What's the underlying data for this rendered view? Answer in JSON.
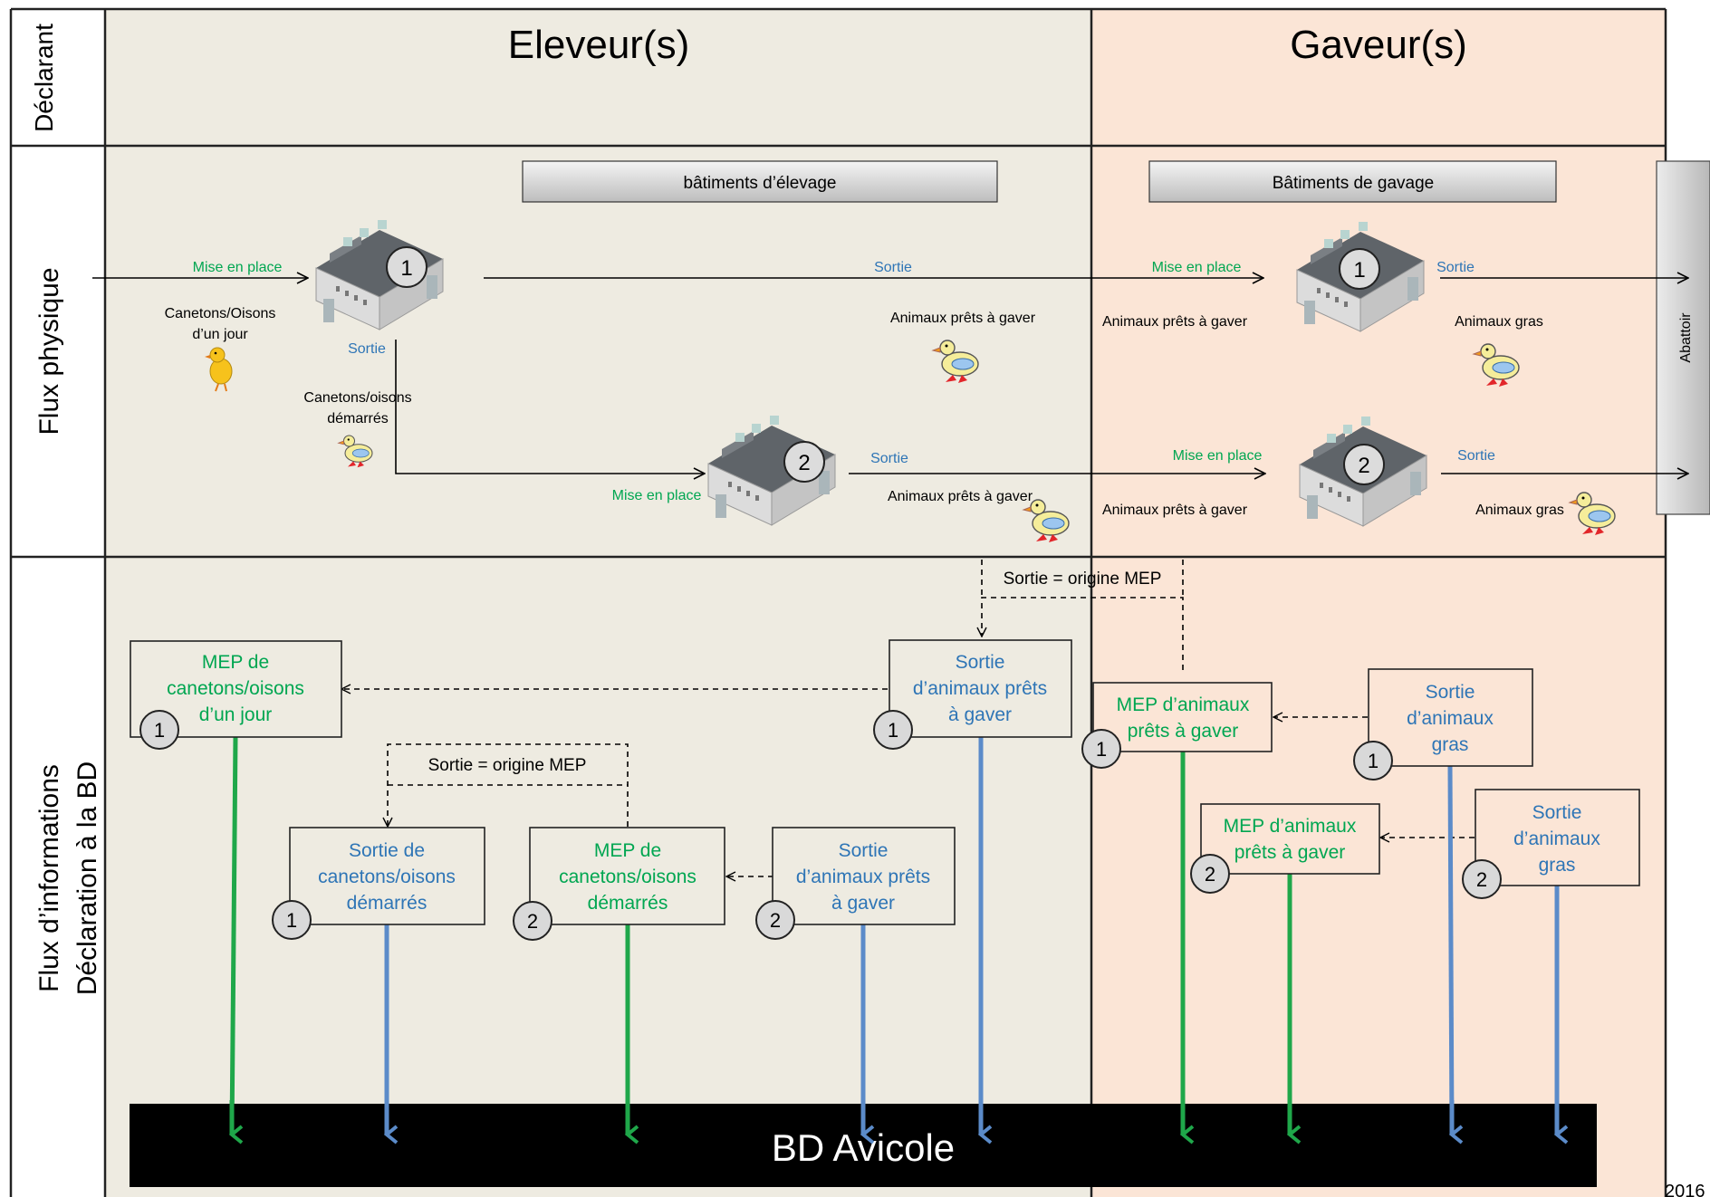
{
  "rows": {
    "declarant": "Déclarant",
    "flux_physique": "Flux physique",
    "flux_info_line1": "Flux d’informations",
    "flux_info_line2": "Déclaration à la BD"
  },
  "columns": {
    "eleveurs": "Eleveur(s)",
    "gaveurs": "Gaveur(s)"
  },
  "colors": {
    "eleveur_bg": "#eeebe1",
    "gaveur_bg": "#fbe5d6",
    "green": "#00a651",
    "blue": "#2e75b6",
    "arrow_green": "#1fa74a",
    "arrow_blue": "#5b8bc9",
    "badge_bg": "#d9d9d9"
  },
  "physical": {
    "bat_elevage": "bâtiments d’élevage",
    "bat_gavage": "Bâtiments de gavage",
    "abattoir": "Abattoir",
    "mise_en_place": "Mise en place",
    "sortie": "Sortie",
    "canetons_jour_1": "Canetons/Oisons",
    "canetons_jour_2": "d’un jour",
    "canetons_dem_1": "Canetons/oisons",
    "canetons_dem_2": "démarrés",
    "animaux_prets": "Animaux prêts à gaver",
    "animaux_gras": "Animaux gras",
    "n1": "1",
    "n2": "2"
  },
  "info": {
    "sortie_origine": "Sortie = origine MEP",
    "mep_jour": [
      "MEP de",
      "canetons/oisons",
      "d’un jour"
    ],
    "sortie_dem": [
      "Sortie de",
      "canetons/oisons",
      "démarrés"
    ],
    "mep_dem": [
      "MEP de",
      "canetons/oisons",
      "démarrés"
    ],
    "sortie_prets": [
      "Sortie",
      "d’animaux prêts",
      "à gaver"
    ],
    "mep_prets": [
      "MEP d’animaux",
      "prêts à gaver"
    ],
    "sortie_gras": [
      "Sortie",
      "d’animaux",
      "gras"
    ],
    "bd": "BD Avicole",
    "corner": "2016"
  }
}
